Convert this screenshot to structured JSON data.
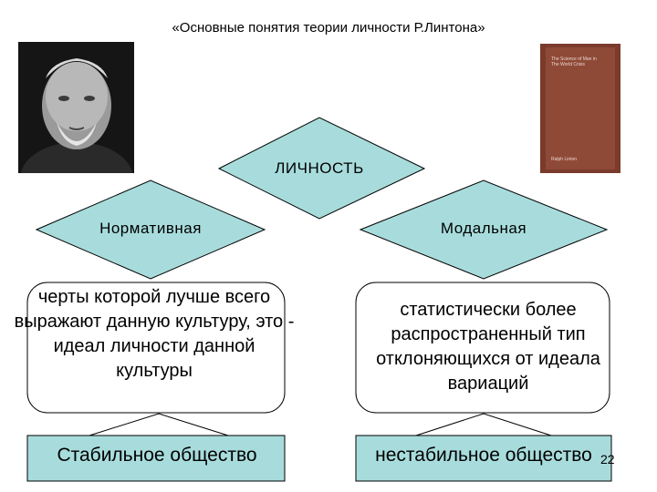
{
  "title": "«Основные понятия теории личности Р.Линтона»",
  "colors": {
    "shape_fill": "#a8dcdc",
    "shape_stroke": "#000000",
    "book_cover": "#8f4a37"
  },
  "book": {
    "title_text": "The Science of Man in\nThe World Crisis",
    "author_text": "Ralph Linton"
  },
  "diagram": {
    "root": "ЛИЧНОСТЬ",
    "left": {
      "type": "Нормативная",
      "description": "черты которой лучше всего выражают данную культуру, это - идеал личности данной культуры",
      "society": "Стабильное общество"
    },
    "right": {
      "type": "Модальная",
      "description": "статистически более распространенный тип отклоняющихся от идеала вариаций",
      "society": "нестабильное общество"
    }
  },
  "page_number": "22"
}
